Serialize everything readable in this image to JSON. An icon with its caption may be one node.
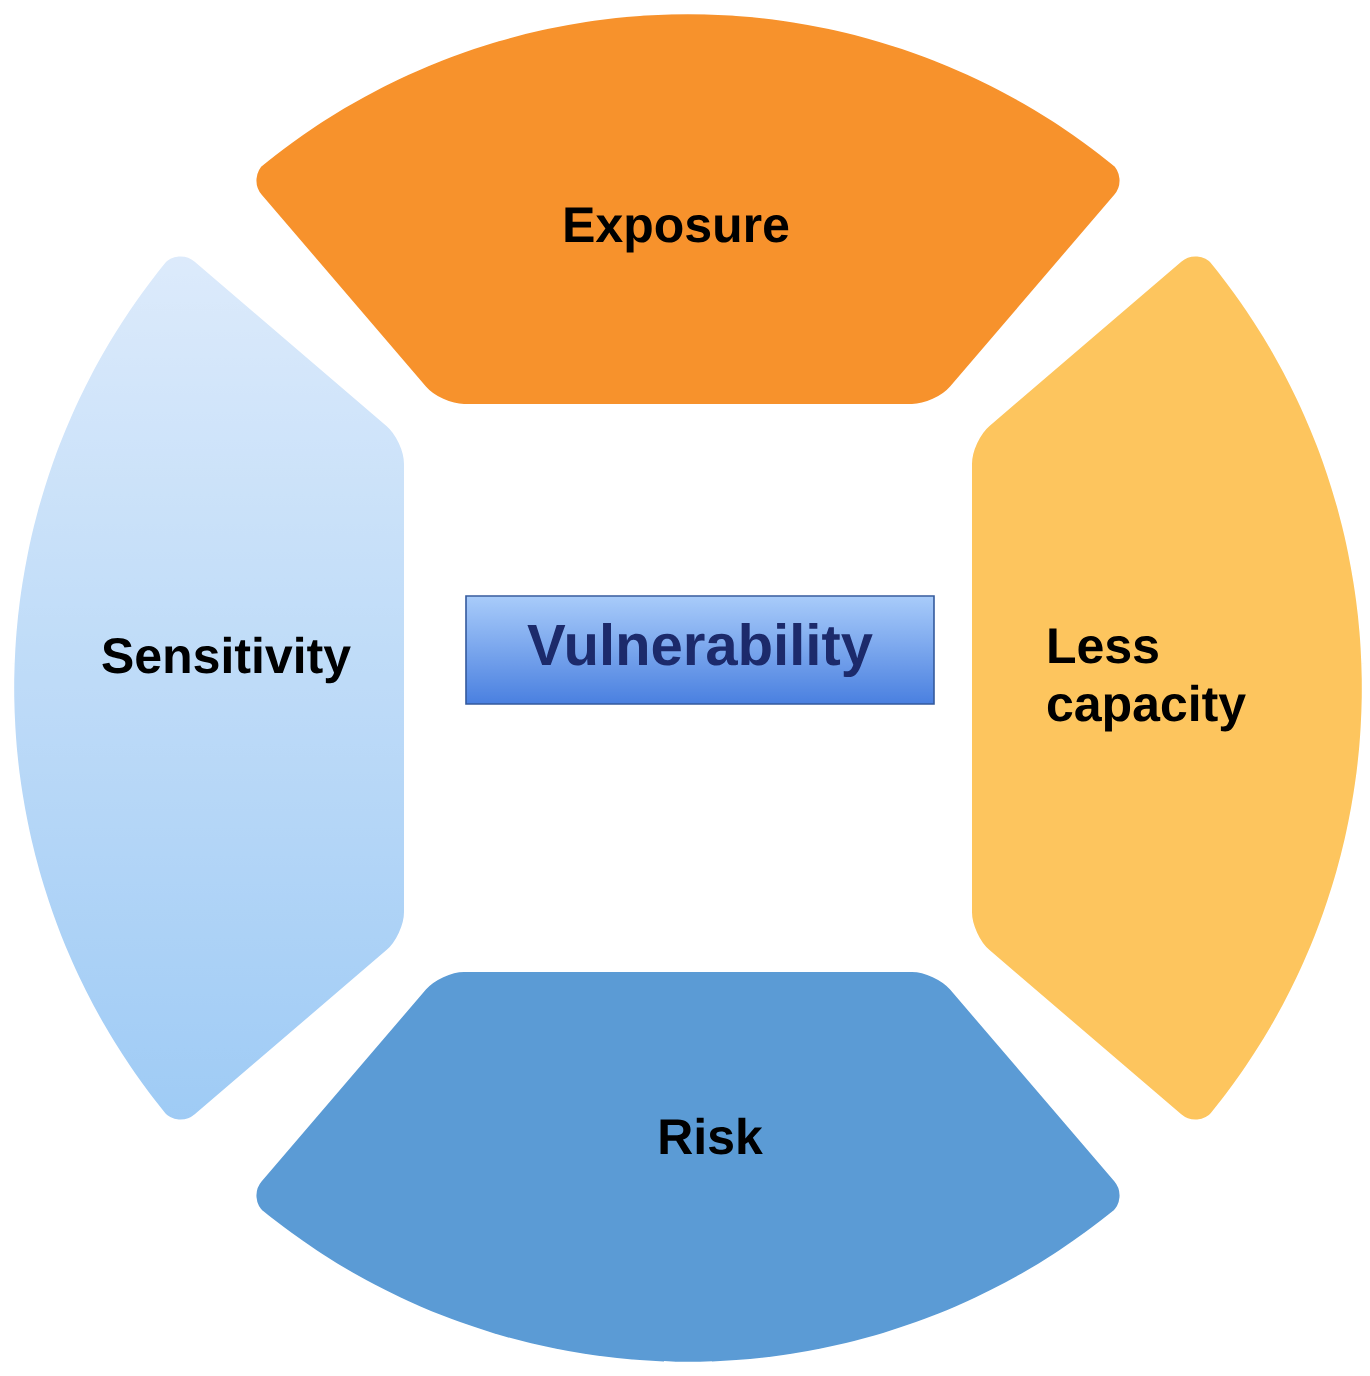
{
  "diagram": {
    "nodes": [
      {
        "text": [
          "Exposure"
        ]
      },
      {
        "text": [
          "Sensitivity"
        ]
      },
      {
        "text": [
          "Vulnerability"
        ]
      },
      {
        "text": [
          "Less capacity"
        ]
      },
      {
        "text": [
          "Risk"
        ]
      }
    ]
  }
}
